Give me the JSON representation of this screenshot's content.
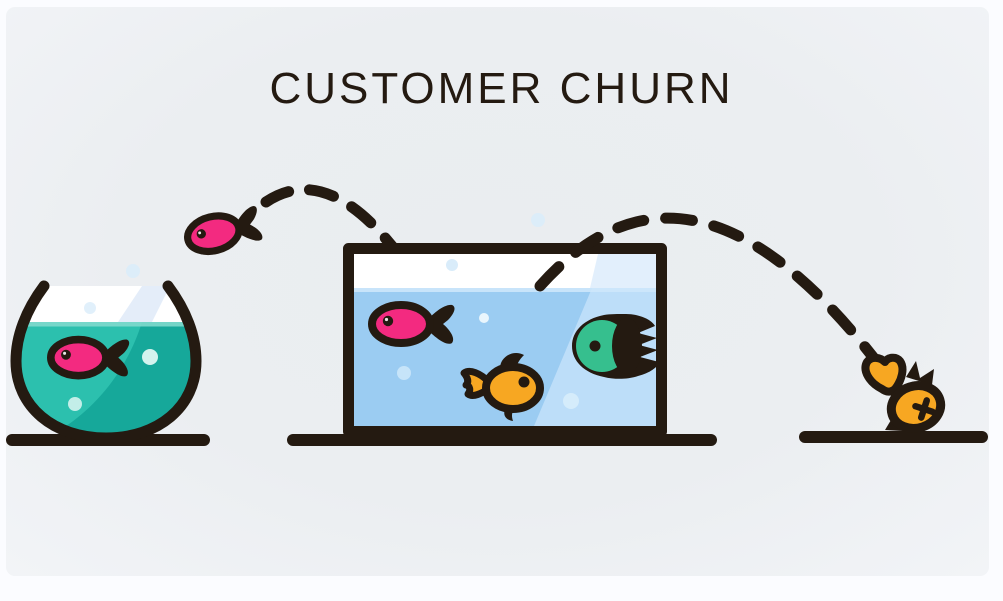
{
  "title": "CUSTOMER CHURN",
  "icons": {
    "fishbowl": "small round fishbowl with teal water and one pink fish",
    "jumping_fish": "pink fish leaping from bowl toward aquarium",
    "arc_in": "dashed jump trajectory from bowl into aquarium",
    "aquarium": "rectangular tank with pink fish, orange goldfish and green fish",
    "arc_out": "dashed jump trajectory out of aquarium to the ground",
    "dead_fish": "orange fish lying on ground with cross-shaped eye (churned customer)",
    "bubbles": "light blue air bubbles"
  },
  "colors": {
    "background": "#fbfcff",
    "card": "#ebeef1",
    "outline": "#241a11",
    "teal_water": "#2cc0ae",
    "teal_water_dark": "#13a396",
    "tank_water": "#9bccf2",
    "tank_water_light": "#c6e2fa",
    "pink_fish": "#f32a80",
    "orange_fish": "#f7a722",
    "green_fish": "#36bf8e",
    "bubble_blue": "#d9ecfa",
    "bubble_teal": "#d4f3ee"
  }
}
